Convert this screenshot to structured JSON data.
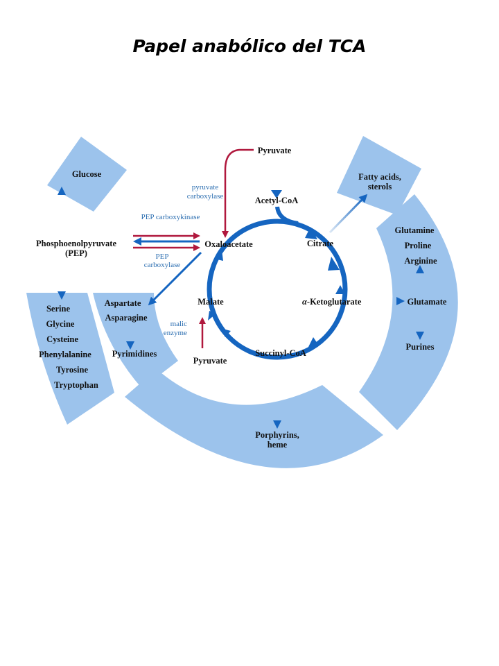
{
  "title": "Papel anabólico del TCA",
  "colors": {
    "sector": "#9cc3ec",
    "cycle": "#1565c0",
    "anaplerotic": "#b0183d",
    "enzyme_text": "#2a6db0"
  },
  "cycle": {
    "acetyl_coa": "Acetyl-CoA",
    "citrate": "Citrate",
    "ketoglutarate_prefix": "α",
    "ketoglutarate": "-Ketoglutarate",
    "succinyl_coa": "Succinyl-CoA",
    "malate": "Malate",
    "oxaloacetate": "Oxaloacetate"
  },
  "inputs": {
    "pyruvate_top": "Pyruvate",
    "pyruvate_bottom": "Pyruvate",
    "pep_line1": "Phosphoenolpyruvate",
    "pep_line2": "(PEP)"
  },
  "enzymes": {
    "pyruvate_carboxylase_1": "pyruvate",
    "pyruvate_carboxylase_2": "carboxylase",
    "pep_carboxykinase": "PEP carboxykinase",
    "pep_carboxylase_1": "PEP",
    "pep_carboxylase_2": "carboxylase",
    "malic_enzyme_1": "malic",
    "malic_enzyme_2": "enzyme"
  },
  "products": {
    "glucose": "Glucose",
    "fatty_acids_1": "Fatty acids,",
    "fatty_acids_2": "sterols",
    "aa_left": [
      "Serine",
      "Glycine",
      "Cysteine",
      "Phenylalanine",
      "Tyrosine",
      "Tryptophan"
    ],
    "aspartate": "Aspartate",
    "asparagine": "Asparagine",
    "pyrimidines": "Pyrimidines",
    "porphyrins_1": "Porphyrins,",
    "porphyrins_2": "heme",
    "glutamine": "Glutamine",
    "proline": "Proline",
    "arginine": "Arginine",
    "glutamate": "Glutamate",
    "purines": "Purines"
  }
}
